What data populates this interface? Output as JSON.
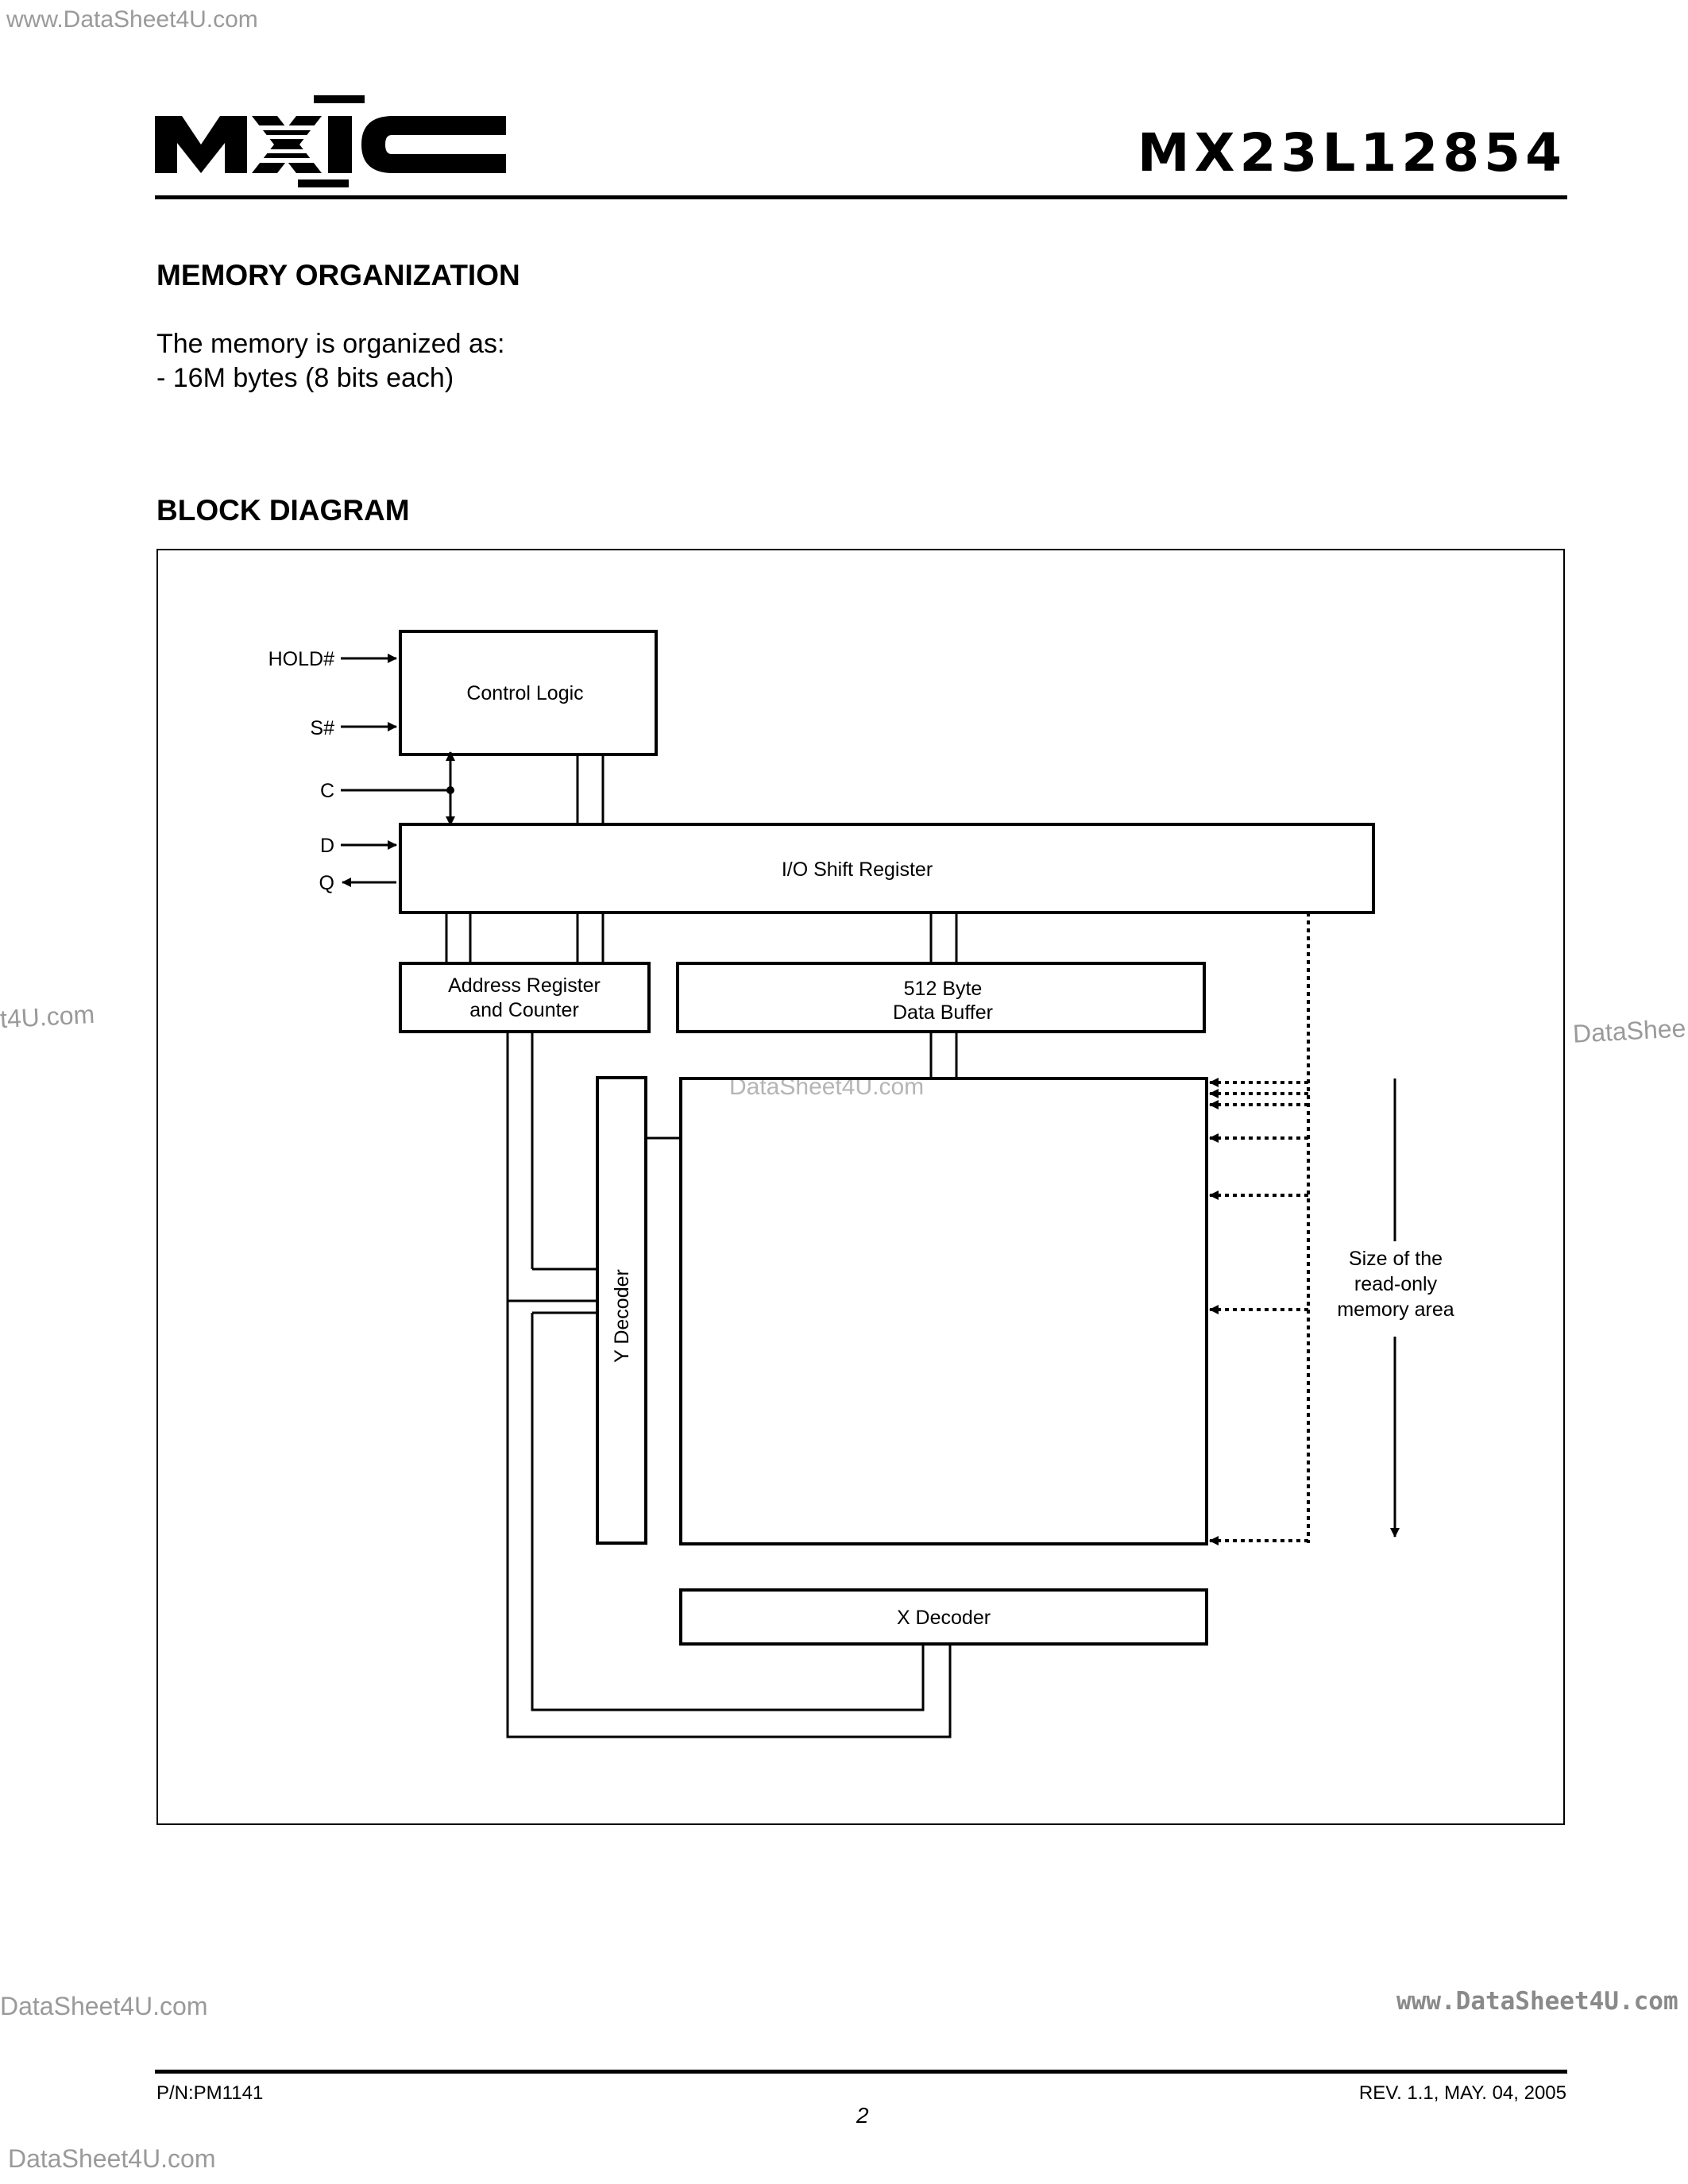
{
  "watermarks": {
    "top_left": "www.DataSheet4U.com",
    "mid_left": "t4U.com",
    "mid_right": "DataShee",
    "mid_center": "DataSheet4U.com",
    "bottom_left": "DataSheet4U.com",
    "bottom_right": "www.DataSheet4U.com",
    "footer_left": "DataSheet4U.com"
  },
  "header": {
    "logo_text": "MXIC",
    "part_number": "MX23L12854"
  },
  "memory_organization": {
    "heading": "MEMORY  ORGANIZATION",
    "lines": [
      "The memory is organized as:",
      "- 16M bytes (8 bits each)"
    ]
  },
  "block_diagram": {
    "heading": "BLOCK  DIAGRAM",
    "signals": {
      "hold": "HOLD#",
      "s": "S#",
      "c": "C",
      "d": "D",
      "q": "Q"
    },
    "blocks": {
      "control_logic": "Control Logic",
      "io_shift_register": "I/O Shift Register",
      "address_register": [
        "Address Register",
        "and Counter"
      ],
      "data_buffer": [
        "512 Byte",
        "Data Buffer"
      ],
      "y_decoder": "Y Decoder",
      "x_decoder": "X Decoder"
    },
    "size_label": [
      "Size of the",
      "read-only",
      "memory area"
    ]
  },
  "footer": {
    "part_no": "P/N:PM1141",
    "page": "2",
    "revision": "REV. 1.1, MAY. 04, 2005"
  }
}
